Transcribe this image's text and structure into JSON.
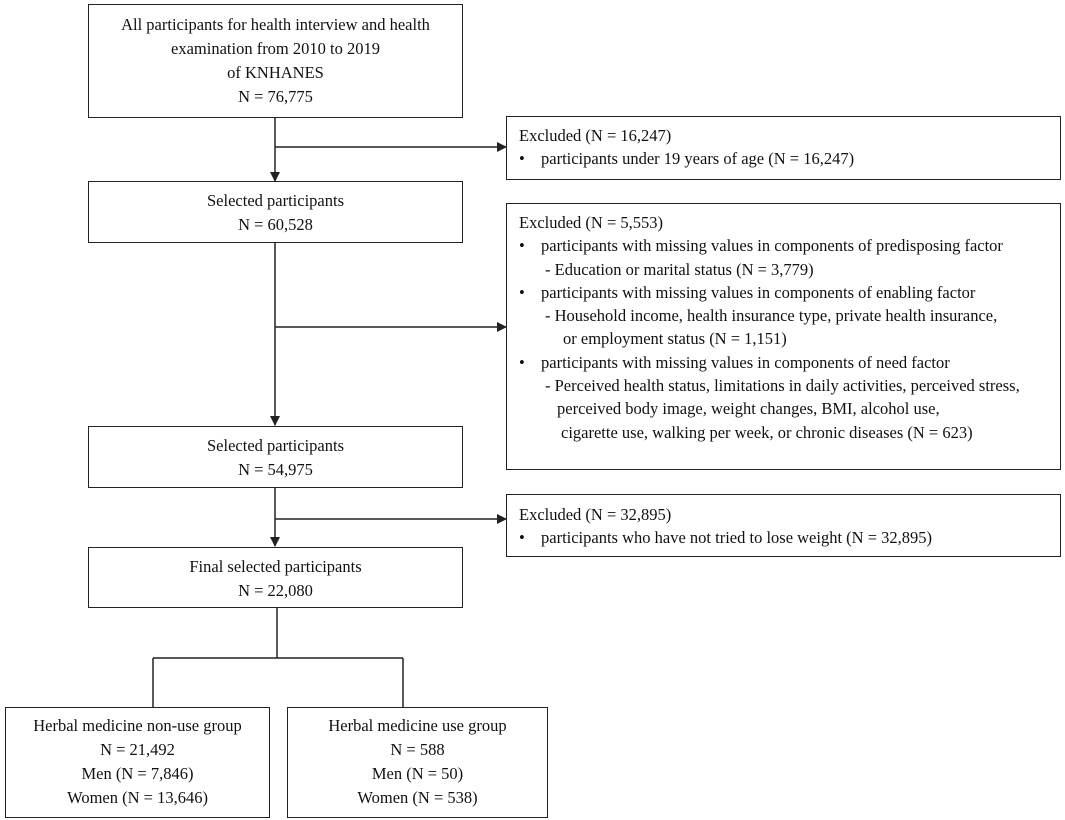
{
  "box1": {
    "lines": [
      "All participants for health interview and health",
      "examination from 2010 to 2019",
      "of KNHANES",
      "N = 76,775"
    ]
  },
  "excluded1": {
    "title": "Excluded (N = 16,247)",
    "bullets": [
      "participants under 19 years of age (N = 16,247)"
    ]
  },
  "box2": {
    "lines": [
      "Selected participants",
      "N = 60,528"
    ]
  },
  "excluded2": {
    "title": "Excluded (N = 5,553)",
    "groups": [
      {
        "bullet": "participants with missing values in components of predisposing factor",
        "sub": [
          "- Education or marital status (N = 3,779)"
        ]
      },
      {
        "bullet": "participants with missing values in components of enabling factor",
        "sub": [
          "- Household income, health insurance type, private health insurance,",
          "or employment status (N = 1,151)"
        ]
      },
      {
        "bullet": "participants with missing values in components of need factor",
        "sub": [
          "- Perceived health status, limitations in daily activities, perceived stress,",
          "perceived body image, weight changes, BMI, alcohol use,",
          "cigarette use, walking per week, or chronic diseases (N = 623)"
        ]
      }
    ]
  },
  "box3": {
    "lines": [
      "Selected participants",
      "N = 54,975"
    ]
  },
  "excluded3": {
    "title": "Excluded (N = 32,895)",
    "bullets": [
      "participants who have not tried to lose weight  (N = 32,895)"
    ]
  },
  "box4": {
    "lines": [
      "Final selected participants",
      "N = 22,080"
    ]
  },
  "nonuse": {
    "lines": [
      "Herbal medicine non-use group",
      "N = 21,492",
      "Men (N = 7,846)",
      "Women (N = 13,646)"
    ]
  },
  "use": {
    "lines": [
      "Herbal medicine use group",
      "N = 588",
      "Men (N = 50)",
      "Women (N = 538)"
    ]
  },
  "bullet_char": "•",
  "colors": {
    "line": "#222222",
    "text": "#111111"
  }
}
